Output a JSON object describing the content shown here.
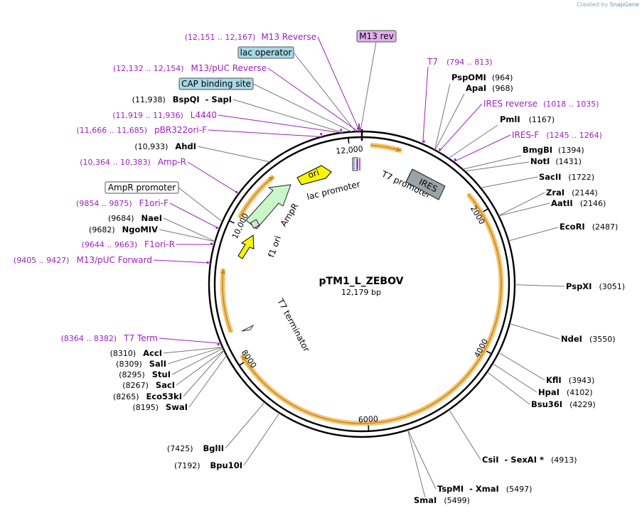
{
  "credit": {
    "prefix": "Created by",
    "brand": "SnapGene"
  },
  "plasmid": {
    "name": "pTM1_L_ZEBOV",
    "size_label": "12,179 bp",
    "length": 12179
  },
  "colors": {
    "feature": "#a020c0",
    "orf_ring": "#f3c472",
    "orf_arrow": "#d08a18",
    "site_line": "#777777",
    "yellow": "#f6f600",
    "green": "#c9f7c9",
    "ires": "#9aa3aa",
    "box_blue": "#a8d8e6",
    "m13_box": "#e0b0f0"
  },
  "ticks": [
    {
      "pos": 2000,
      "label": "2000"
    },
    {
      "pos": 4000,
      "label": "4000"
    },
    {
      "pos": 6000,
      "label": "6000"
    },
    {
      "pos": 8000,
      "label": "8000"
    },
    {
      "pos": 10000,
      "label": "10,000"
    },
    {
      "pos": 12000,
      "label": "12,000"
    }
  ],
  "sites_right": [
    {
      "name": "PspOMI",
      "pos": 964,
      "pos_label": "(964)"
    },
    {
      "name": "ApaI",
      "pos": 968,
      "pos_label": "(968)"
    },
    {
      "name": "PmlI",
      "pos": 1167,
      "pos_label": "(1167)"
    },
    {
      "name": "BmgBI",
      "pos": 1394,
      "pos_label": "(1394)"
    },
    {
      "name": "NotI",
      "pos": 1431,
      "pos_label": "(1431)"
    },
    {
      "name": "SacII",
      "pos": 1722,
      "pos_label": "(1722)"
    },
    {
      "name": "ZraI",
      "pos": 2144,
      "pos_label": "(2144)"
    },
    {
      "name": "AatII",
      "pos": 2146,
      "pos_label": "(2146)"
    },
    {
      "name": "EcoRI",
      "pos": 2487,
      "pos_label": "(2487)"
    },
    {
      "name": "PspXI",
      "pos": 3051,
      "pos_label": "(3051)"
    },
    {
      "name": "NdeI",
      "pos": 3550,
      "pos_label": "(3550)"
    },
    {
      "name": "KflI",
      "pos": 3943,
      "pos_label": "(3943)"
    },
    {
      "name": "HpaI",
      "pos": 4102,
      "pos_label": "(4102)"
    },
    {
      "name": "Bsu36I",
      "pos": 4229,
      "pos_label": "(4229)"
    },
    {
      "name": "CsiI  - SexAI *",
      "pos": 4913,
      "pos_label": "(4913)"
    },
    {
      "name": "TspMI  - XmaI",
      "pos": 5497,
      "pos_label": "(5497)"
    },
    {
      "name": "SmaI",
      "pos": 5499,
      "pos_label": "(5499)"
    }
  ],
  "sites_left": [
    {
      "name": "Bpu10I",
      "pos": 7192,
      "pos_label": "(7192)"
    },
    {
      "name": "BglII",
      "pos": 7425,
      "pos_label": "(7425)"
    },
    {
      "name": "SwaI",
      "pos": 8195,
      "pos_label": "(8195)"
    },
    {
      "name": "Eco53kI",
      "pos": 8265,
      "pos_label": "(8265)"
    },
    {
      "name": "SacI",
      "pos": 8267,
      "pos_label": "(8267)"
    },
    {
      "name": "StuI",
      "pos": 8295,
      "pos_label": "(8295)"
    },
    {
      "name": "SalI",
      "pos": 8309,
      "pos_label": "(8309)"
    },
    {
      "name": "AccI",
      "pos": 8310,
      "pos_label": "(8310)"
    },
    {
      "name": "NgoMIV",
      "pos": 9682,
      "pos_label": "(9682)"
    },
    {
      "name": "NaeI",
      "pos": 9684,
      "pos_label": "(9684)"
    },
    {
      "name": "AhdI",
      "pos": 10933,
      "pos_label": "(10,933)"
    },
    {
      "name": "BspQI  - SapI",
      "pos": 11938,
      "pos_label": "(11,938)"
    }
  ],
  "features_right": [
    {
      "name": "T7",
      "pos": 794,
      "range": "(794 .. 813)"
    },
    {
      "name": "IRES reverse",
      "pos": 1018,
      "range": "(1018 .. 1035)"
    },
    {
      "name": "IRES-F",
      "pos": 1245,
      "range": "(1245 .. 1264)"
    }
  ],
  "features_left": [
    {
      "name": "M13 Reverse",
      "pos": 12151,
      "range": "(12,151 .. 12,167)"
    },
    {
      "name": "M13/pUC Reverse",
      "pos": 12132,
      "range": "(12,132 .. 12,154)"
    },
    {
      "name": "L4440",
      "pos": 11919,
      "range": "(11,919 .. 11,936)"
    },
    {
      "name": "pBR322ori-F",
      "pos": 11666,
      "range": "(11,666 .. 11,685)"
    },
    {
      "name": "Amp-R",
      "pos": 10364,
      "range": "(10,364 .. 10,383)"
    },
    {
      "name": "F1ori-F",
      "pos": 9854,
      "range": "(9854 .. 9875)"
    },
    {
      "name": "F1ori-R",
      "pos": 9644,
      "range": "(9644 .. 9663)"
    },
    {
      "name": "M13/pUC Forward",
      "pos": 9405,
      "range": "(9405 .. 9427)"
    },
    {
      "name": "T7 Term",
      "pos": 8364,
      "range": "(8364 .. 8382)"
    }
  ],
  "boxed_labels": [
    {
      "name": "M13 rev",
      "pos": 12160,
      "style": "m13"
    },
    {
      "name": "lac operator",
      "pos": 12100,
      "style": "blue"
    },
    {
      "name": "CAP binding site",
      "pos": 12050,
      "style": "blue"
    },
    {
      "name": "AmpR promoter",
      "pos": 9950,
      "style": "white"
    }
  ],
  "inner_features": [
    {
      "name": "ori",
      "kind": "yellow"
    },
    {
      "name": "lac promoter",
      "kind": "text"
    },
    {
      "name": "T7 promoter",
      "kind": "text"
    },
    {
      "name": "IRES",
      "kind": "grey"
    },
    {
      "name": "AmpR",
      "kind": "green"
    },
    {
      "name": "f1 ori",
      "kind": "yellow"
    },
    {
      "name": "T7 terminator",
      "kind": "text"
    }
  ],
  "orfs": [
    {
      "start": 120,
      "end": 560
    },
    {
      "start": 1680,
      "end": 8100
    },
    {
      "start": 8450,
      "end": 9350
    },
    {
      "start": 10100,
      "end": 10850
    }
  ]
}
